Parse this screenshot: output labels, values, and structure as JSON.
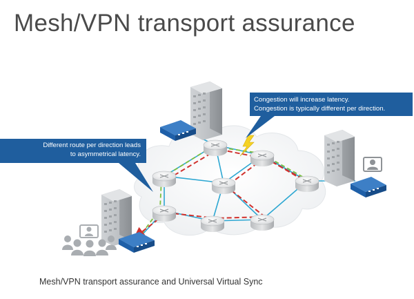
{
  "title": "Mesh/VPN transport assurance",
  "caption": "Mesh/VPN transport assurance and Universal Virtual Sync",
  "callouts": {
    "congestion": {
      "line1": "Congestion will increase latency.",
      "line2": "Congestion is typically different per direction."
    },
    "route": {
      "line1": "Different route per direction leads",
      "line2": "to asymmetrical latency."
    }
  },
  "icons": [
    "building-icon",
    "network-appliance-icon",
    "router-icon",
    "lightning-icon",
    "video-conference-icon",
    "user-icon",
    "cloud-icon"
  ],
  "colors": {
    "callout_blue": "#1f5e9e",
    "link_cyan": "#2da7d2",
    "path_red": "#d0312d",
    "path_green": "#7cbf3c",
    "appliance_blue": "#1e5fa8",
    "lightning": "#f5d224"
  }
}
